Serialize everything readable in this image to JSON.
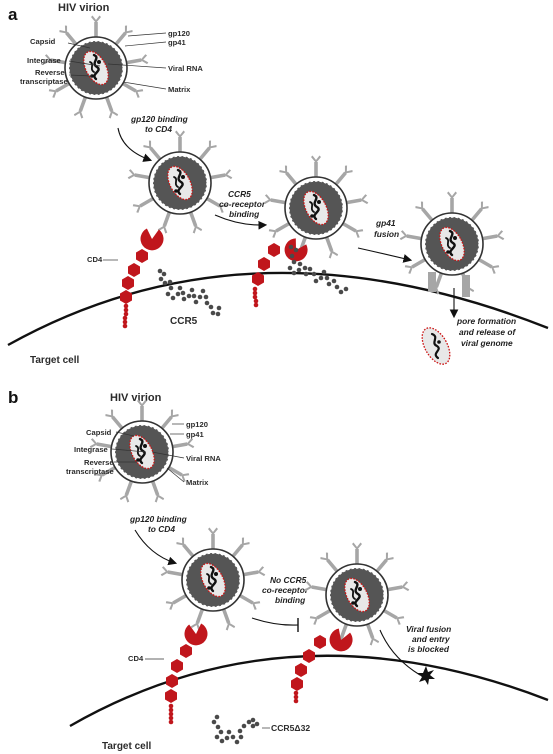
{
  "panel_a": {
    "letter": "a",
    "virion_title": "HIV virion",
    "labels": {
      "capsid": "Capsid",
      "integrase": "Integrase",
      "reverse_1": "Reverse",
      "reverse_2": "transcriptase",
      "gp120": "gp120",
      "gp41": "gp41",
      "viral_rna": "Viral RNA",
      "matrix": "Matrix",
      "cd4": "CD4",
      "ccr5": "CCR5",
      "target_cell": "Target cell"
    },
    "steps": {
      "gp120_1": "gp120 binding",
      "gp120_2": "to CD4",
      "ccr5_1": "CCR5",
      "ccr5_2": "co-receptor",
      "ccr5_3": "binding",
      "gp41_1": "gp41",
      "gp41_2": "fusion",
      "pore_1": "pore formation",
      "pore_2": "and release of",
      "pore_3": "viral genome"
    }
  },
  "panel_b": {
    "letter": "b",
    "virion_title": "HIV virion",
    "labels": {
      "capsid": "Capsid",
      "integrase": "Integrase",
      "reverse_1": "Reverse",
      "reverse_2": "transcriptase",
      "gp120": "gp120",
      "gp41": "gp41",
      "viral_rna": "Viral RNA",
      "matrix": "Matrix",
      "cd4": "CD4",
      "ccr5d32": "CCR5Δ32",
      "target_cell": "Target cell"
    },
    "steps": {
      "gp120_1": "gp120 binding",
      "gp120_2": "to CD4",
      "no_1": "No CCR5",
      "no_2": "co-receptor",
      "no_3": "binding",
      "blocked_1": "Viral fusion",
      "blocked_2": "and entry",
      "blocked_3": "is blocked"
    }
  },
  "colors": {
    "virion_core": "#555555",
    "spike": "#a6a6a6",
    "cd4_red": "#c0161c",
    "genome_outline": "#cc1111",
    "ccr5_beads": "#4a4a4a",
    "membrane": "#111111"
  }
}
